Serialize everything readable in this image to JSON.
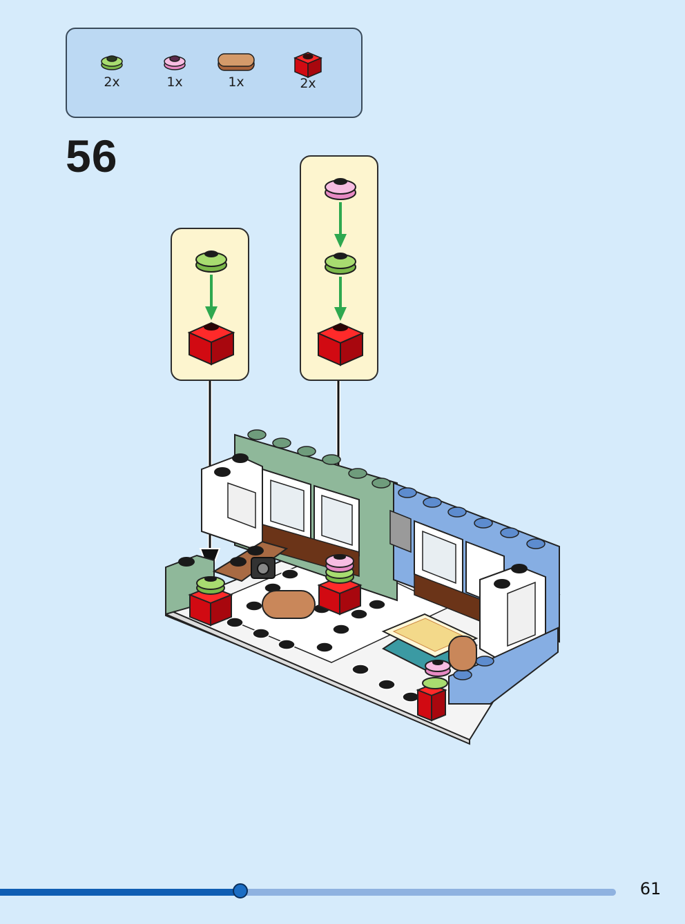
{
  "parts_list": [
    {
      "name": "green-round-flower-plate",
      "qty": "2x",
      "color": "#9bd266"
    },
    {
      "name": "pink-round-flower-plate",
      "qty": "1x",
      "color": "#f3a8d6"
    },
    {
      "name": "tan-rounded-tile",
      "qty": "1x",
      "color": "#c07a4e"
    },
    {
      "name": "red-brick-1x1",
      "qty": "2x",
      "color": "#e10f1a"
    }
  ],
  "step": {
    "number": "56"
  },
  "progress": {
    "fraction": 0.39
  },
  "footer": {
    "page_number": "61"
  },
  "colors": {
    "background": "#d6ebfb",
    "parts_box": "#bcd9f3",
    "callout": "#fdf5cf",
    "arrow_green": "#2ea84f",
    "progress_fill": "#0f5db3",
    "progress_track": "#8fb2e0"
  }
}
